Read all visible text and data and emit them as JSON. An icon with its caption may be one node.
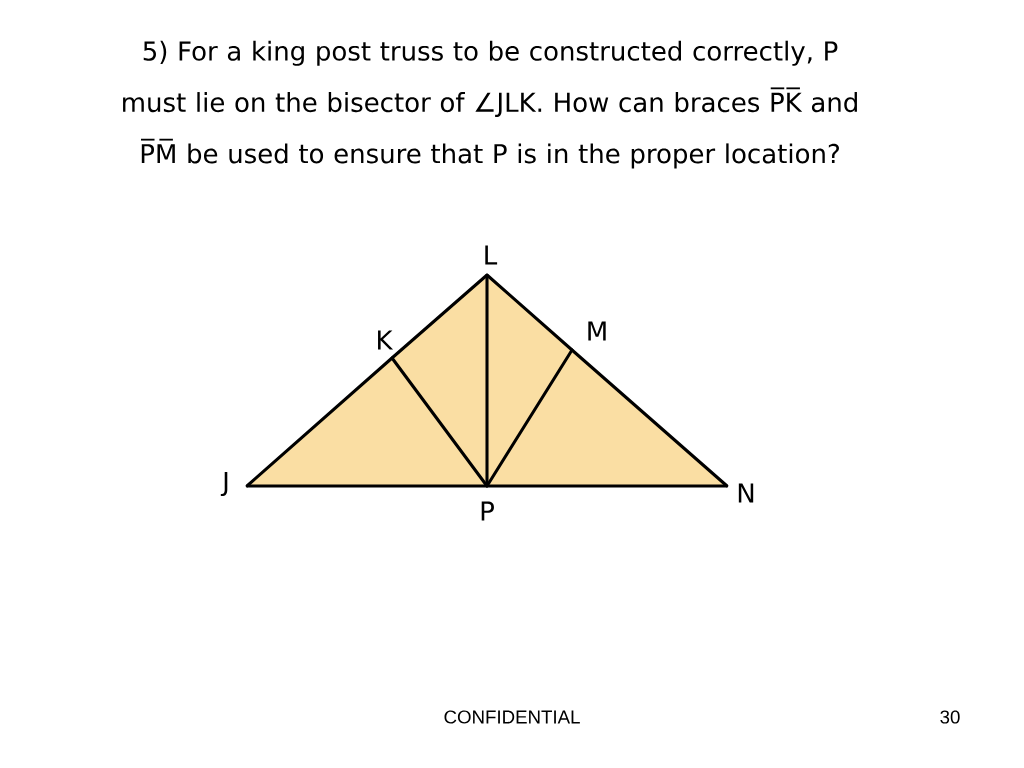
{
  "diagram": {
    "title": "5) For a king post truss to be constructed correctly, P must lie on the bisector of ∠JLK. How can braces P̅K̅ and P̅M̅ be used to ensure that P is in the proper location?",
    "nodes": [
      {
        "text": [
          "L"
        ]
      },
      {
        "text": [
          "K"
        ]
      },
      {
        "text": [
          "M"
        ]
      },
      {
        "text": [
          "J"
        ]
      },
      {
        "text": [
          "P"
        ]
      },
      {
        "text": [
          "N"
        ]
      }
    ],
    "edges": [
      {
        "from": 3,
        "to": 1,
        "arrow": "none"
      },
      {
        "from": 1,
        "to": 0,
        "arrow": "none"
      },
      {
        "from": 0,
        "to": 2,
        "arrow": "none"
      },
      {
        "from": 2,
        "to": 5,
        "arrow": "none"
      },
      {
        "from": 3,
        "to": 4,
        "arrow": "none"
      },
      {
        "from": 4,
        "to": 5,
        "arrow": "none"
      },
      {
        "from": 0,
        "to": 4,
        "arrow": "none"
      },
      {
        "from": 1,
        "to": 4,
        "arrow": "none"
      },
      {
        "from": 2,
        "to": 4,
        "arrow": "none"
      }
    ],
    "labels": [
      "CONFIDENTIAL",
      "30"
    ]
  }
}
